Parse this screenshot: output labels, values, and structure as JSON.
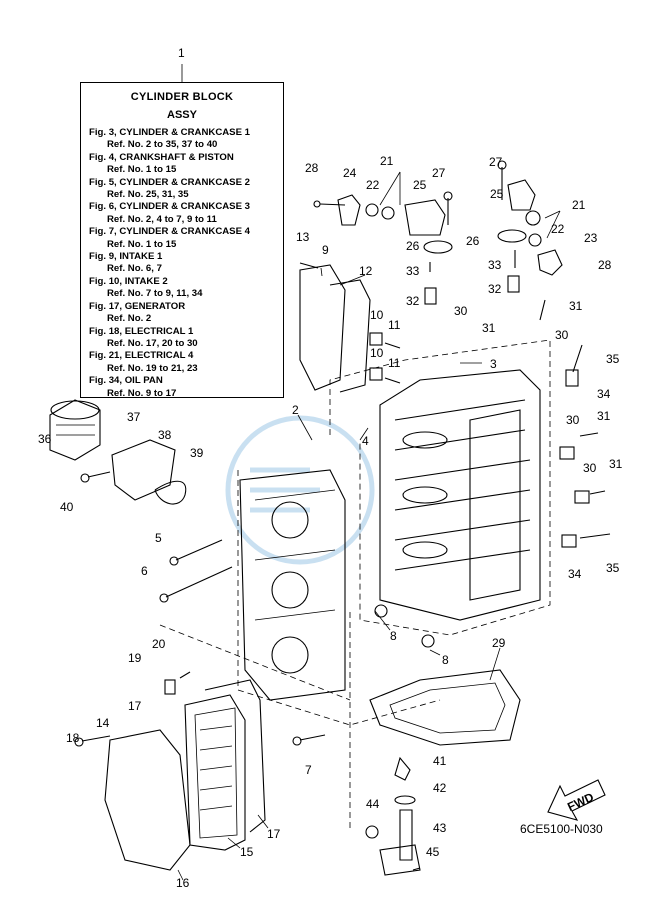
{
  "title_box": {
    "heading": "CYLINDER BLOCK",
    "subheading": "ASSY",
    "lines": [
      {
        "fig": "Fig. 3, CYLINDER & CRANKCASE 1",
        "ref": "Ref. No. 2 to 35, 37 to 40"
      },
      {
        "fig": "Fig. 4, CRANKSHAFT & PISTON",
        "ref": "Ref. No. 1 to 15"
      },
      {
        "fig": "Fig. 5, CYLINDER & CRANKCASE 2",
        "ref": "Ref. No. 25, 31, 35"
      },
      {
        "fig": "Fig. 6, CYLINDER & CRANKCASE 3",
        "ref": "Ref. No. 2, 4 to 7, 9 to 11"
      },
      {
        "fig": "Fig. 7, CYLINDER & CRANKCASE 4",
        "ref": "Ref. No. 1 to 15"
      },
      {
        "fig": "Fig. 9, INTAKE 1",
        "ref": "Ref. No. 6, 7"
      },
      {
        "fig": "Fig. 10, INTAKE 2",
        "ref": "Ref. No. 7 to 9,  11, 34"
      },
      {
        "fig": "Fig. 17, GENERATOR",
        "ref": "Ref. No. 2"
      },
      {
        "fig": "Fig. 18, ELECTRICAL 1",
        "ref": "Ref. No. 17, 20 to 30"
      },
      {
        "fig": "Fig. 21, ELECTRICAL 4",
        "ref": "Ref. No. 19 to 21, 23"
      },
      {
        "fig": "Fig. 34, OIL PAN",
        "ref": "Ref. No. 9 to 17"
      }
    ]
  },
  "fwd_label": "FWD",
  "drawing_code": "6CE5100-N030",
  "callouts": [
    "1",
    "2",
    "3",
    "4",
    "5",
    "6",
    "7",
    "8",
    "8",
    "9",
    "10",
    "10",
    "11",
    "11",
    "12",
    "13",
    "14",
    "15",
    "16",
    "17",
    "17",
    "18",
    "19",
    "20",
    "21",
    "21",
    "22",
    "22",
    "23",
    "24",
    "25",
    "25",
    "26",
    "26",
    "27",
    "27",
    "28",
    "28",
    "29",
    "30",
    "30",
    "30",
    "30",
    "31",
    "31",
    "31",
    "31",
    "32",
    "32",
    "33",
    "33",
    "34",
    "34",
    "35",
    "35",
    "36",
    "37",
    "38",
    "39",
    "40",
    "41",
    "42",
    "43",
    "44",
    "45"
  ]
}
